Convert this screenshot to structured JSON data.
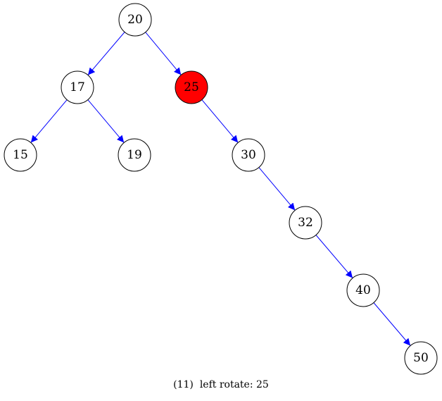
{
  "caption": {
    "step": "(11)",
    "text": "left rotate: 25"
  },
  "colors": {
    "edge": "#0000ff",
    "node_stroke": "#000000",
    "node_fill": "#ffffff",
    "highlight_fill": "#ff0000",
    "text": "#000000"
  },
  "nodes": [
    {
      "id": "n20",
      "label": "20",
      "highlighted": false
    },
    {
      "id": "n17",
      "label": "17",
      "highlighted": false
    },
    {
      "id": "n25",
      "label": "25",
      "highlighted": true
    },
    {
      "id": "n15",
      "label": "15",
      "highlighted": false
    },
    {
      "id": "n19",
      "label": "19",
      "highlighted": false
    },
    {
      "id": "n30",
      "label": "30",
      "highlighted": false
    },
    {
      "id": "n32",
      "label": "32",
      "highlighted": false
    },
    {
      "id": "n40",
      "label": "40",
      "highlighted": false
    },
    {
      "id": "n50",
      "label": "50",
      "highlighted": false
    }
  ],
  "edges": [
    {
      "from": "n20",
      "to": "n17"
    },
    {
      "from": "n20",
      "to": "n25"
    },
    {
      "from": "n17",
      "to": "n15"
    },
    {
      "from": "n17",
      "to": "n19"
    },
    {
      "from": "n25",
      "to": "n30"
    },
    {
      "from": "n30",
      "to": "n32"
    },
    {
      "from": "n32",
      "to": "n40"
    },
    {
      "from": "n40",
      "to": "n50"
    }
  ]
}
